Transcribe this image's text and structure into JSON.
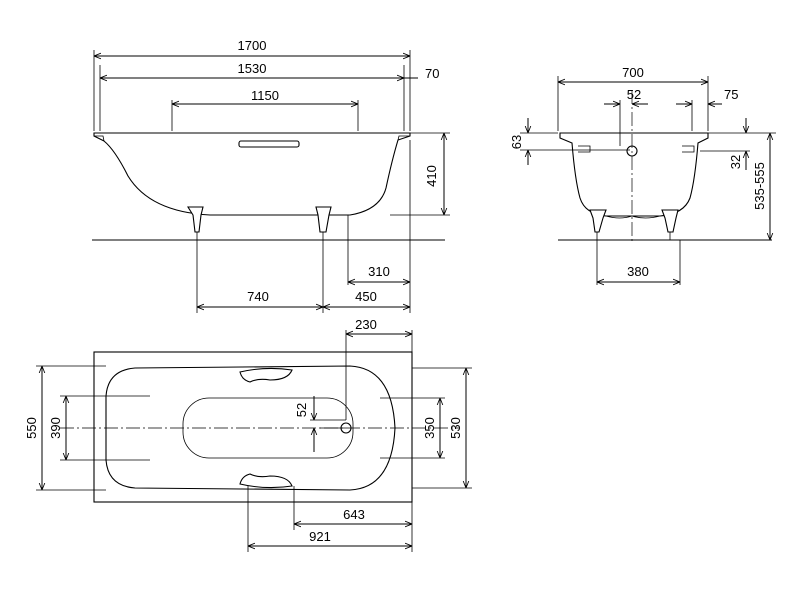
{
  "drawing": {
    "side_view": {
      "dims": {
        "overall_length": "1700",
        "inner_length": "1530",
        "rim_width": "70",
        "handle_span": "1150",
        "depth": "410",
        "foot_to_end": "310",
        "foot_spacing": "740",
        "foot_to_rim": "450"
      }
    },
    "end_view": {
      "dims": {
        "overall_width": "700",
        "drain_offset": "52",
        "rim_offset": "75",
        "rim_height": "63",
        "overflow_height": "32",
        "total_height": "535-555",
        "foot_spacing": "380"
      }
    },
    "plan_view": {
      "dims": {
        "drain_distance": "230",
        "outer_width": "550",
        "inner_width": "390",
        "drain_offset": "52",
        "bottom_width": "350",
        "width": "530",
        "handle_distance_1": "643",
        "handle_distance_2": "921"
      }
    }
  },
  "colors": {
    "lines": "#000000",
    "background": "#ffffff"
  }
}
